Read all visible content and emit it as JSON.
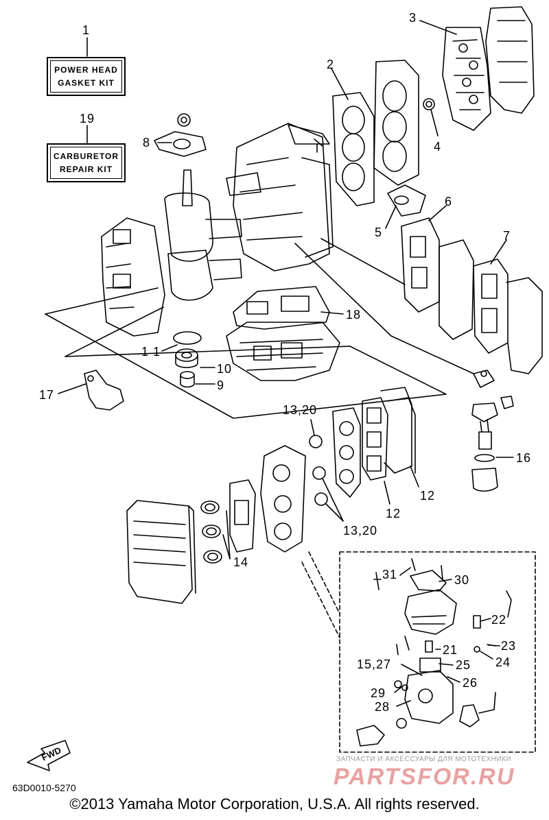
{
  "kits": {
    "power_head": {
      "number": "1",
      "line1": "POWER HEAD",
      "line2": "GASKET KIT"
    },
    "carburetor": {
      "number": "19",
      "line1": "CARBURETOR",
      "line2": "REPAIR KIT"
    }
  },
  "callouts": {
    "n2": "2",
    "n3": "3",
    "n4": "4",
    "n5": "5",
    "n6": "6",
    "n7": "7",
    "n8": "8",
    "n9": "9",
    "n10": "10",
    "n11": "1 1",
    "n12a": "12",
    "n12b": "12",
    "n13_20a": "13,20",
    "n13_20b": "13,20",
    "n14": "14",
    "n16": "16",
    "n17": "17",
    "n18": "18",
    "n21": "21",
    "n22": "22",
    "n23": "23",
    "n24": "24",
    "n25": "25",
    "n26": "26",
    "n15_27": "15,27",
    "n28": "28",
    "n29": "29",
    "n30": "30",
    "n31": "31"
  },
  "fwd_label": "FWD",
  "drawing_number": "63D0010-5270",
  "copyright": "©2013 Yamaha Motor Corporation, U.S.A. All rights reserved.",
  "watermark": {
    "tagline": "ЗАПЧАСТИ И АКСЕССУАРЫ ДЛЯ МОТОТЕХНИКИ",
    "logo": "PARTSFOR.RU"
  },
  "colors": {
    "ink": "#000000",
    "watermark_logo": "#e8a2a2",
    "watermark_text": "#9a9a9a"
  }
}
